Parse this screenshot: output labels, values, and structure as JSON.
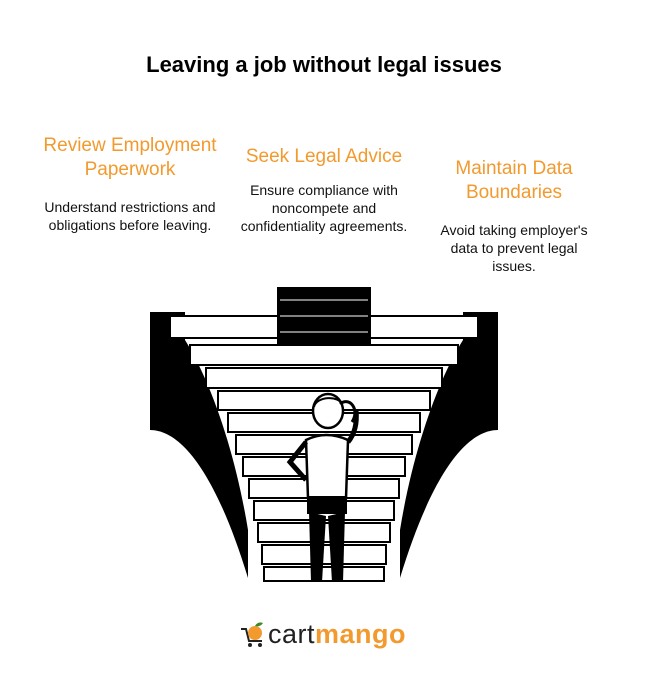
{
  "title": "Leaving a job without legal issues",
  "columns": [
    {
      "heading": "Review Employment Paperwork",
      "text": "Understand restrictions and obligations before leaving."
    },
    {
      "heading": "Seek Legal Advice",
      "text": "Ensure compliance with noncompete and confidentiality agreements."
    },
    {
      "heading": "Maintain Data Boundaries",
      "text": "Avoid taking employer's data to prevent legal issues."
    }
  ],
  "logo": {
    "part1": "cart",
    "part2": "mango",
    "icon": "mango-cart-icon"
  },
  "colors": {
    "accent": "#f29a2e",
    "ink": "#000000"
  }
}
